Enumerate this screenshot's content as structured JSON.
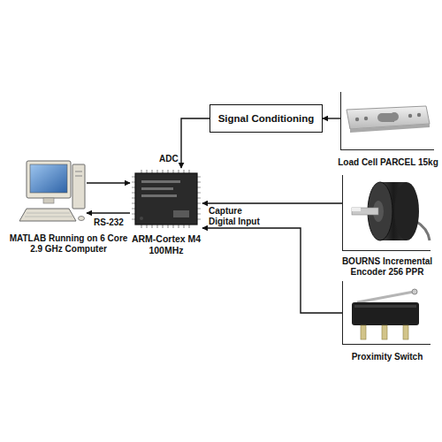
{
  "diagram": {
    "nodes": [
      {
        "text": [
          "MATLAB Running on 6 Core 2.9 GHz Computer"
        ]
      },
      {
        "text": [
          "ARM-Cortex M4 100MHz"
        ]
      },
      {
        "text": [
          "Signal Conditioning"
        ]
      },
      {
        "text": [
          "Load Cell PARCEL 15kg"
        ]
      },
      {
        "text": [
          "BOURNS Incremental Encoder 256 PPR"
        ]
      },
      {
        "text": [
          "Proximity Switch"
        ]
      }
    ],
    "edges": [
      {
        "from": 0,
        "to": 1,
        "arrow": "to"
      },
      {
        "from": 1,
        "to": 0,
        "label": "RS-232",
        "arrow": "to"
      },
      {
        "from": 3,
        "to": 2,
        "arrow": "to"
      },
      {
        "from": 2,
        "to": 1,
        "label": "ADC",
        "arrow": "to"
      },
      {
        "from": 4,
        "to": 1,
        "label": "Capture",
        "arrow": "to"
      },
      {
        "from": 5,
        "to": 1,
        "label": "Digital Input",
        "arrow": "to"
      }
    ]
  }
}
